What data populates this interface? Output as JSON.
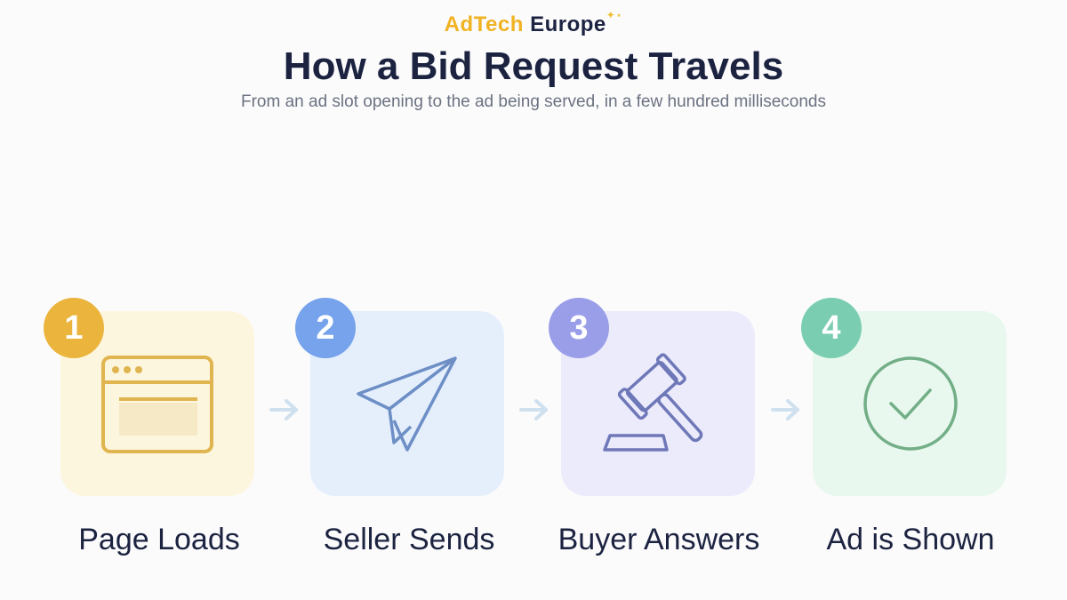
{
  "header": {
    "logo_part1": "AdTech",
    "logo_part2": "Europe",
    "title": "How a Bid Request Travels",
    "subtitle": "From an ad slot opening to the ad being served, in a few hundred milliseconds"
  },
  "steps": [
    {
      "number": "1",
      "label": "Page Loads",
      "icon": "browser-window-icon",
      "color": "#ebb43c",
      "bg": "#fdf6df"
    },
    {
      "number": "2",
      "label": "Seller Sends",
      "icon": "paper-plane-icon",
      "color": "#76a3ec",
      "bg": "#e5effc"
    },
    {
      "number": "3",
      "label": "Buyer Answers",
      "icon": "auction-gavel-icon",
      "color": "#9a9ee8",
      "bg": "#ecebfb"
    },
    {
      "number": "4",
      "label": "Ad is Shown",
      "icon": "checkmark-circle-icon",
      "color": "#7acdb0",
      "bg": "#e8f8ef"
    }
  ]
}
